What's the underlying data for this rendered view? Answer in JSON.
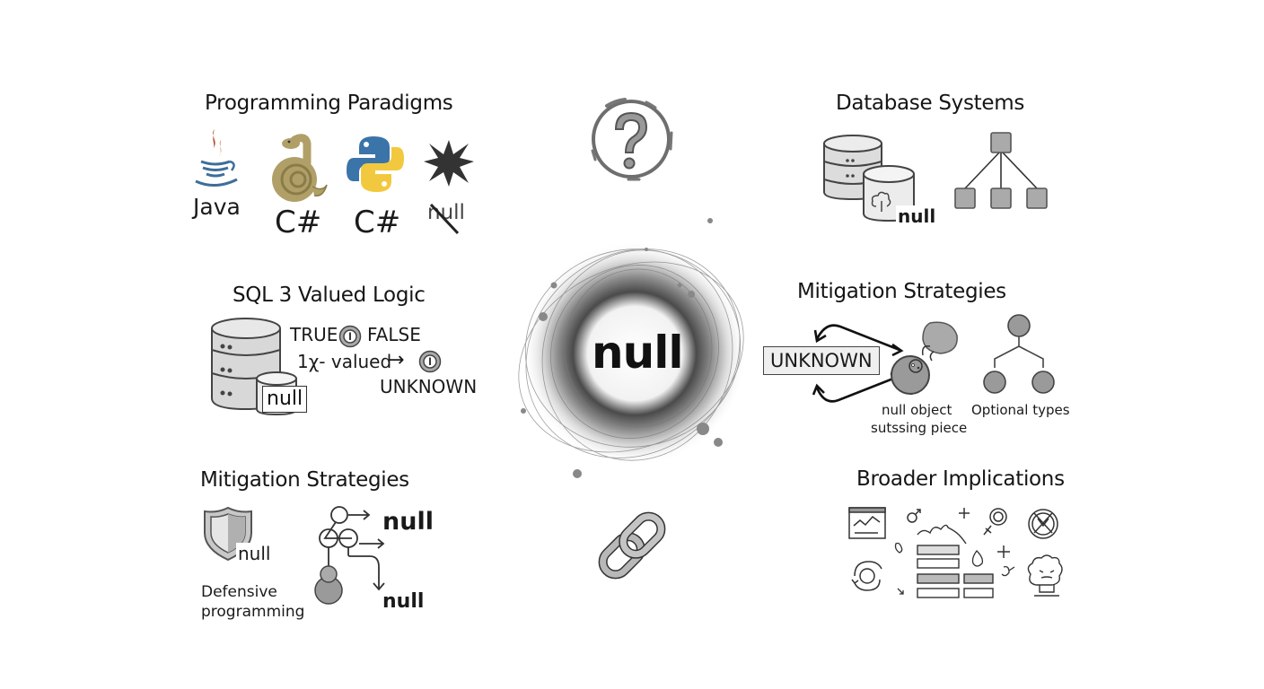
{
  "colors": {
    "background": "#ffffff",
    "text": "#151515",
    "icon_gray": "#9a9a9a",
    "icon_dark": "#444444",
    "java_flame": "#b4542a",
    "java_cup": "#3d6e98",
    "python_blue": "#3a74a8",
    "python_yellow": "#f2c93e",
    "snake_gold": "#b0a068"
  },
  "center": {
    "label": "null",
    "icons": [
      "question-mark-icon",
      "vortex-icon",
      "chain-link-icon"
    ]
  },
  "sections": {
    "programming_paradigms": {
      "title": "Programming Paradigms",
      "items": [
        {
          "label": "Java",
          "icon": "java-cup-icon"
        },
        {
          "label": "C#",
          "icon": "snake-icon"
        },
        {
          "label": "C#",
          "icon": "python-icon"
        },
        {
          "label": "null",
          "icon": "starburst-icon"
        }
      ]
    },
    "sql_logic": {
      "title": "SQL 3 Valued Logic",
      "db_label": "null",
      "line1_left": "TRUE",
      "line1_right": "FALSE",
      "line2": "1χ- valued",
      "line2_arrow": "→",
      "line3": "UNKNOWN"
    },
    "mitigation_left": {
      "title": "Mitigation Strategies",
      "shield_label": "null",
      "caption_line1": "Defensive",
      "caption_line2": "programming",
      "null_top": "null",
      "null_bottom": "null"
    },
    "database_systems": {
      "title": "Database Systems",
      "db_label": "null"
    },
    "mitigation_right": {
      "title": "Mitigation Strategies",
      "unknown_label": "UNKNOWN",
      "null_object_line1": "null object",
      "null_object_line2": "sutssing piece",
      "optional_label": "Optional types"
    },
    "broader_implications": {
      "title": "Broader Implications"
    }
  }
}
